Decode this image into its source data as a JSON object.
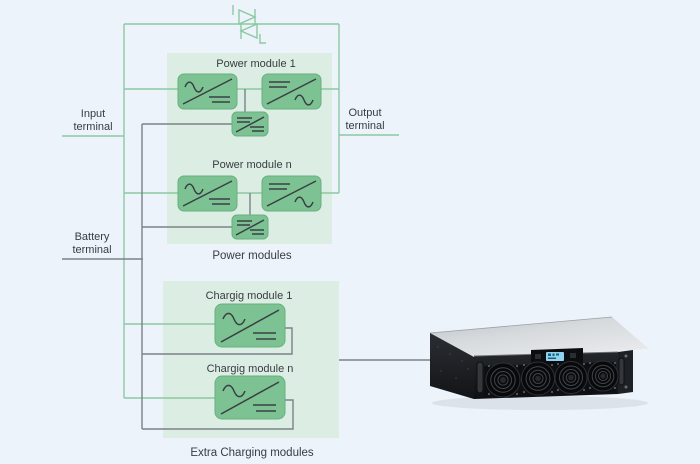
{
  "colors": {
    "background": "#edf3fa",
    "group_box": "#dcede3",
    "block_fill": "#7dc292",
    "block_border": "#68b080",
    "green_wire": "#8cc9a1",
    "dark_wire": "#7b8188",
    "symbol_stroke": "#3a3f45",
    "text": "#383c43",
    "lcd_screen": "#8ed2ef"
  },
  "terminals": {
    "input": {
      "line1": "Input",
      "line2": "terminal"
    },
    "output": {
      "line1": "Output",
      "line2": "terminal"
    },
    "battery": {
      "line1": "Battery",
      "line2": "terminal"
    }
  },
  "power_modules": {
    "module1_label": "Power module 1",
    "moduleN_label": "Power module n",
    "group_label": "Power modules"
  },
  "charging_modules": {
    "module1_label": "Chargig  module 1",
    "moduleN_label": "Chargig  module n",
    "group_label": "Extra Charging modules"
  },
  "icons": {
    "static_bypass_switch": "antiparallel thyristor static switch",
    "rectifier": "AC to DC converter",
    "inverter": "DC to AC converter",
    "dc_dc": "DC to DC converter",
    "charger": "AC to DC battery charger"
  }
}
